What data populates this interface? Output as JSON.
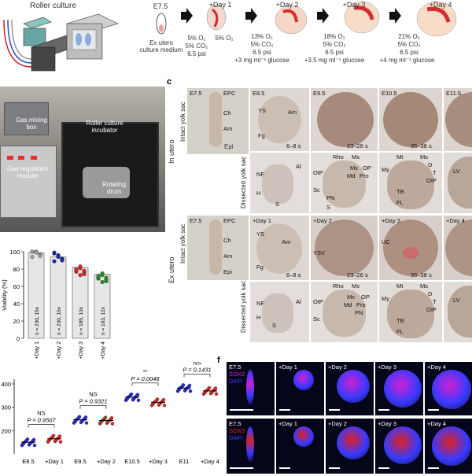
{
  "panel_a": {
    "roller_title": "Roller culture",
    "stage": "E7.5",
    "medium": "Ex utero\nculture medium",
    "steps": [
      {
        "day": "+Day 1",
        "o2": "5% O₂",
        "co2": "5% CO₂",
        "psi": "6.5 psi",
        "glucose": ""
      },
      {
        "day": "+Day 2",
        "o2": "13% O₂",
        "co2": "5% CO₂",
        "psi": "6.5 psi",
        "glucose": "+3 mg ml⁻¹ glucose"
      },
      {
        "day": "+Day 3",
        "o2": "18% O₂",
        "co2": "5% CO₂",
        "psi": "6.5 psi",
        "glucose": "+3.5 mg ml⁻¹ glucose"
      },
      {
        "day": "+Day 4",
        "o2": "21% O₂",
        "co2": "5% CO₂",
        "psi": "6.5 psi",
        "glucose": "+4 mg ml⁻¹ glucose"
      }
    ],
    "e75_conditions": {
      "o2": "5% O₂",
      "co2": "5% CO₂",
      "psi": "6.5 psi"
    }
  },
  "photo": {
    "gas_mixing": "Gas mixing\nbox",
    "gas_regulation": "Gas regulation\nmodule",
    "incubator": "Roller culture\nincubator",
    "drum": "Rotating\ndrum"
  },
  "panel_c": {
    "letter": "c",
    "in_utero": "In utero",
    "ex_utero": "Ex utero",
    "intact": "Intact yolk sac",
    "dissected": "Dissected yolk sac",
    "in_utero_cols": [
      "E8.5",
      "E9.5",
      "E10.5",
      "E11.5"
    ],
    "ex_utero_cols": [
      "+Day 1",
      "+Day 2",
      "+Day 3",
      "+Day 4"
    ],
    "e75": "E7.5",
    "e75_labels": [
      "EPC",
      "Ch",
      "Am",
      "Epi"
    ],
    "somites": [
      "6–8 s",
      "23–26 s",
      "35–38 s"
    ],
    "labels_iu_intact": {
      "ys": "YS",
      "am": "Am",
      "fg": "Fg"
    },
    "labels_iu_diss1": {
      "nf": "NF",
      "al": "Al",
      "h": "H",
      "s": "S"
    },
    "labels_iu_diss2": {
      "rho": "Rho",
      "ms": "Ms",
      "otp": "OtP",
      "mx": "Mx",
      "op": "OP",
      "md": "Md",
      "pro": "Pro",
      "sc": "Sc",
      "pn": "PN",
      "s": "S"
    },
    "labels_iu_diss3": {
      "mt": "Mt",
      "ms": "Ms",
      "d": "D",
      "my": "My",
      "t": "T",
      "oip": "OIP",
      "tb": "TB",
      "fl": "FL"
    },
    "labels_iu_diss4": {
      "lv": "LV"
    },
    "labels_eu_intact": {
      "ys": "YS",
      "am": "Am",
      "fg": "Fg",
      "ysv": "YSV",
      "uc": "UC"
    },
    "labels_eu_diss2": {
      "rho": "Rho",
      "ms": "Ms",
      "otp": "OtP",
      "mx": "Mx",
      "op": "OP",
      "md": "Md",
      "pro": "Pro",
      "sc": "Sc",
      "pn": "PN"
    },
    "labels_eu_diss3": {
      "mt": "Mt",
      "ms": "Ms",
      "d": "D",
      "my": "My",
      "t": "T",
      "oip": "OIP",
      "tb": "TB",
      "fl": "FL"
    },
    "labels_eu_diss4": {
      "lv": "LV"
    }
  },
  "chart_data": [
    {
      "type": "bar",
      "ylabel": "Viability (%)",
      "ylim": [
        0,
        100
      ],
      "yticks": [
        0,
        20,
        40,
        60,
        80,
        100
      ],
      "categories": [
        "+Day 1",
        "+Day 2",
        "+Day 3",
        "+Day 4"
      ],
      "values": [
        99,
        94,
        82,
        74
      ],
      "bar_labels": [
        "n = 230, 15x",
        "n = 230, 15x",
        "n = 185, 13x",
        "n = 163, 12x"
      ],
      "point_colors": [
        "#9e9e9e",
        "#1a2a9c",
        "#d42a2a",
        "#2a8a2a"
      ]
    },
    {
      "type": "scatter",
      "ylabel": "",
      "yticks": [
        200,
        300,
        400
      ],
      "categories": [
        "E8.5",
        "+Day 1",
        "E9.5",
        "+Day 2",
        "E10.5",
        "+Day 3",
        "E11",
        "+Day 4"
      ],
      "means": [
        150,
        165,
        246,
        243,
        343,
        321,
        382,
        370
      ],
      "point_colors": [
        "#2a2acf",
        "#d42a2a",
        "#2a2acf",
        "#d42a2a",
        "#2a2acf",
        "#d42a2a",
        "#2a2acf",
        "#d42a2a"
      ],
      "comparisons": [
        {
          "sig": "NS",
          "p": "P = 0.9507"
        },
        {
          "sig": "NS",
          "p": "P = 0.9321"
        },
        {
          "sig": "**",
          "p": "P = 0.0048"
        },
        {
          "sig": "NS",
          "p": "P = 0.1431"
        }
      ]
    }
  ],
  "panel_f": {
    "letter": "f",
    "row1_cols": [
      "E7.5",
      "+Day 1",
      "+Day 2",
      "+Day 3",
      "+Day 4"
    ],
    "row2_cols": [
      "E7.5",
      "+Day 1",
      "+Day 2",
      "+Day 3",
      "+Day 4"
    ],
    "row1_markers": [
      "SOX2",
      "DAPI"
    ],
    "row2_markers": [
      "SOX9",
      "DAPI"
    ],
    "colors": {
      "sox2": "#d020d0",
      "sox9": "#e02020",
      "dapi": "#3a3aff"
    }
  }
}
